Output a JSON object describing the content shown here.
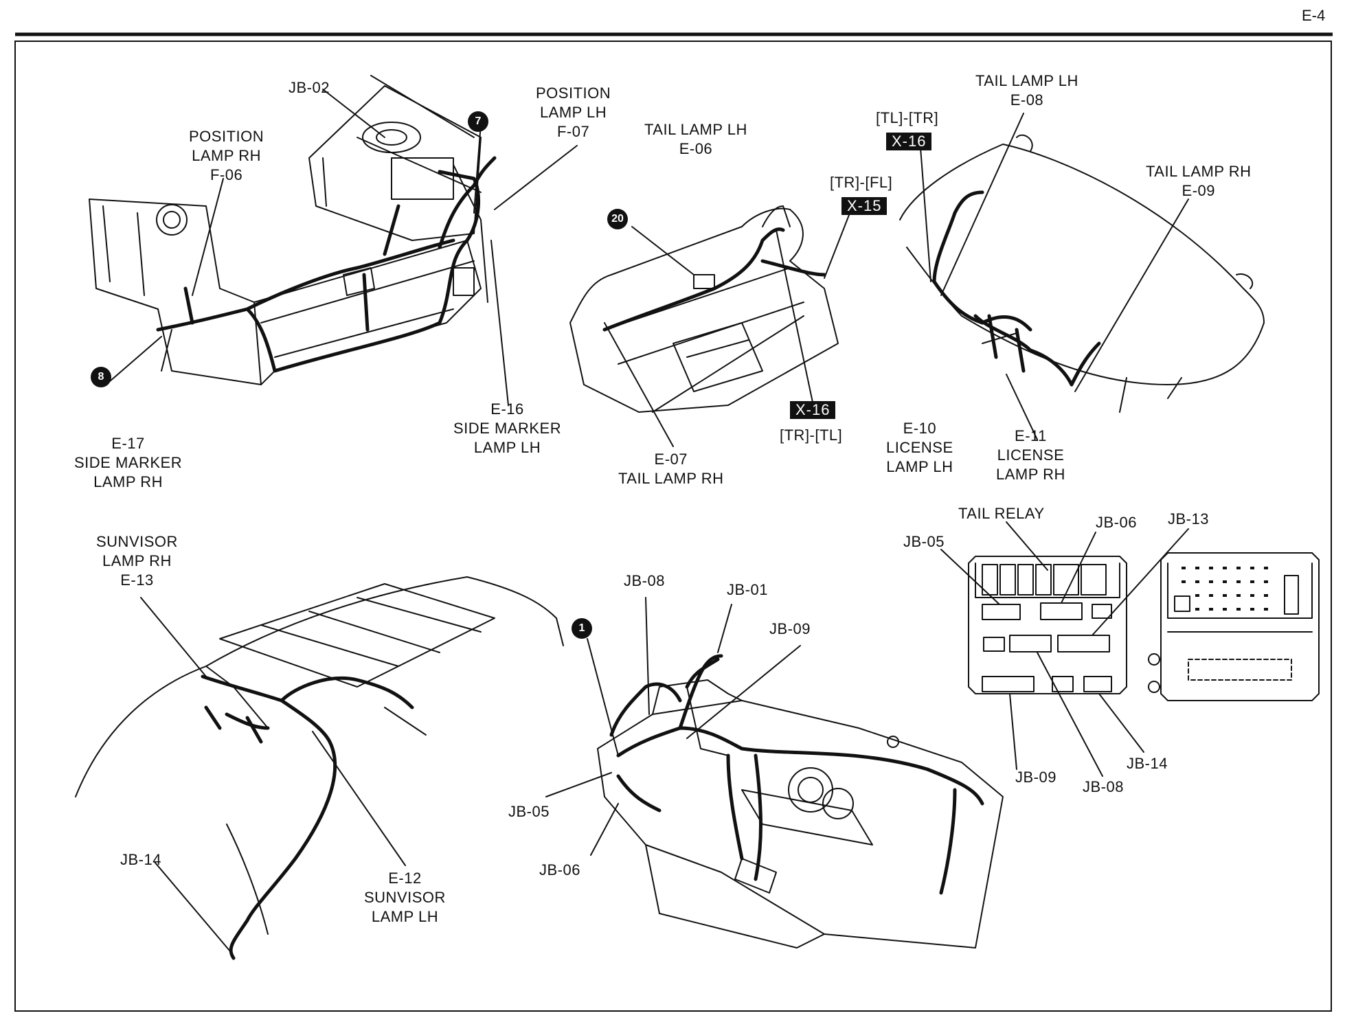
{
  "page_number": "E-4",
  "top_left": {
    "jb02": "JB-02",
    "position_lamp_rh": [
      "POSITION",
      "LAMP RH",
      "F-06"
    ],
    "position_lamp_lh": [
      "POSITION",
      "LAMP LH",
      "F-07"
    ],
    "marker7": "7",
    "marker8": "8",
    "e16": [
      "E-16",
      "SIDE MARKER",
      "LAMP LH"
    ],
    "e17": [
      "E-17",
      "SIDE MARKER",
      "LAMP RH"
    ]
  },
  "top_middle": {
    "tail_lamp_lh": [
      "TAIL LAMP LH",
      "E-06"
    ],
    "tr_fl": "[TR]-[FL]",
    "x15": "X-15",
    "marker20": "20",
    "x16": "X-16",
    "tr_tl": "[TR]-[TL]",
    "e07": [
      "E-07",
      "TAIL LAMP RH"
    ]
  },
  "top_right": {
    "tl_tr": "[TL]-[TR]",
    "x16": "X-16",
    "tail_lamp_lh": [
      "TAIL LAMP LH",
      "E-08"
    ],
    "tail_lamp_rh": [
      "TAIL LAMP RH",
      "E-09"
    ],
    "e10": [
      "E-10",
      "LICENSE",
      "LAMP LH"
    ],
    "e11": [
      "E-11",
      "LICENSE",
      "LAMP RH"
    ]
  },
  "bottom_left": {
    "sunvisor_rh": [
      "SUNVISOR",
      "LAMP RH",
      "E-13"
    ],
    "jb14": "JB-14",
    "e12": [
      "E-12",
      "SUNVISOR",
      "LAMP LH"
    ]
  },
  "bottom_middle": {
    "jb08": "JB-08",
    "jb01": "JB-01",
    "jb09": "JB-09",
    "marker1": "1",
    "jb05": "JB-05",
    "jb06": "JB-06"
  },
  "bottom_right": {
    "tail_relay": "TAIL RELAY",
    "jb06": "JB-06",
    "jb13": "JB-13",
    "jb05": "JB-05",
    "jb09": "JB-09",
    "jb08": "JB-08",
    "jb14": "JB-14"
  }
}
